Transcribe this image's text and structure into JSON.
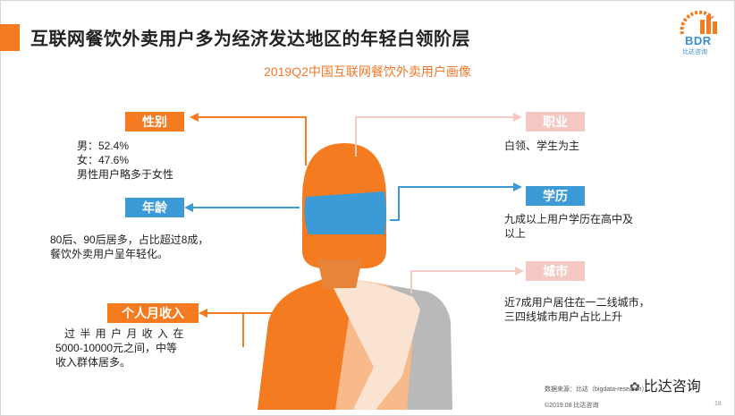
{
  "header": {
    "title": "互联网餐饮外卖用户多为经济发达地区的年轻白领阶层",
    "subtitle": "2019Q2中国互联网餐饮外卖用户画像"
  },
  "logo": {
    "text": "BDR",
    "sub": "比达咨询",
    "icon": "bdr-logo-icon"
  },
  "left_blocks": [
    {
      "tag": "性别",
      "lines": [
        "男：52.4%",
        "女：47.6%",
        "男性用户略多于女性"
      ]
    },
    {
      "tag": "年龄",
      "lines": [
        "80后、90后居多，占比超过8成，",
        "餐饮外卖用户呈年轻化。"
      ]
    },
    {
      "tag": "个人月收入",
      "lines": [
        "过 半 用 户 月 收 入 在",
        "5000-10000元之间，中等",
        "收入群体居多。"
      ]
    }
  ],
  "right_blocks": [
    {
      "tag": "职业",
      "lines": [
        "白领、学生为主"
      ]
    },
    {
      "tag": "学历",
      "lines": [
        "九成以上用户学历在高中及",
        "以上"
      ]
    },
    {
      "tag": "城市",
      "lines": [
        "近7成用户居住在一二线城市，",
        "三四线城市用户占比上升"
      ]
    }
  ],
  "footer": {
    "source": "数据来源：比达（bigdata-research）",
    "copyright": "©2019.08  比达咨询",
    "page": "18",
    "wechat": "比达咨询"
  },
  "colors": {
    "orange": "#f47b20",
    "blue": "#3c9ad6",
    "pink": "#f4c8c3",
    "peach": "#f8b98b",
    "gray": "#b9b9b9"
  }
}
